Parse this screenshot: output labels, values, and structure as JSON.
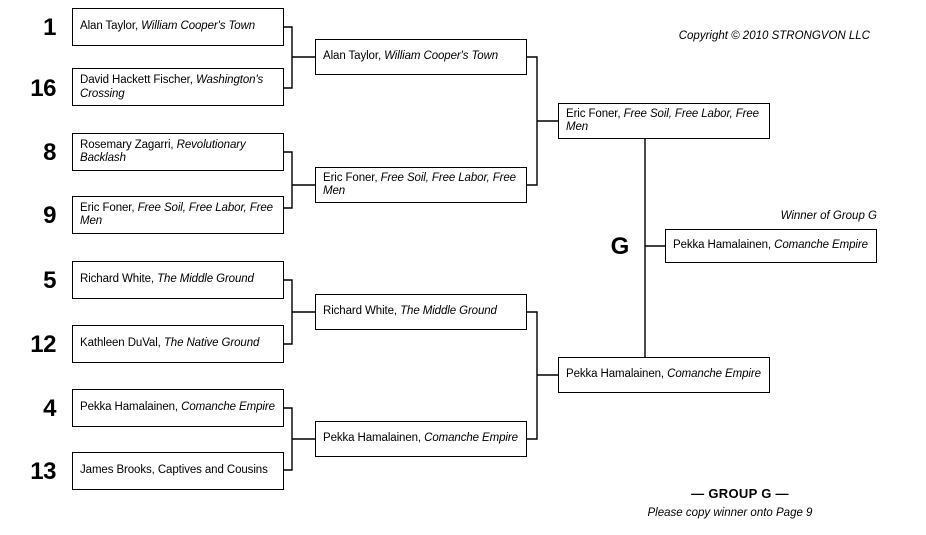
{
  "header": {
    "copyright": "Copyright © 2010 STRONGVON LLC"
  },
  "footer": {
    "group_title": "— GROUP G —",
    "note": "Please copy winner onto Page 9"
  },
  "bracket": {
    "group_letter": "G",
    "winner_label": "Winner of Group G",
    "round1": [
      {
        "seed": "1",
        "author": "Alan Taylor, ",
        "title": "William Cooper's Town"
      },
      {
        "seed": "16",
        "author": "David Hackett Fischer, ",
        "title": "Washington's Crossing"
      },
      {
        "seed": "8",
        "author": "Rosemary Zagarri, ",
        "title": "Revolutionary Backlash"
      },
      {
        "seed": "9",
        "author": "Eric Foner, ",
        "title": "Free Soil, Free Labor, Free Men"
      },
      {
        "seed": "5",
        "author": "Richard White, ",
        "title": "The Middle Ground"
      },
      {
        "seed": "12",
        "author": "Kathleen DuVal, ",
        "title": "The Native Ground"
      },
      {
        "seed": "4",
        "author": "Pekka Hamalainen, ",
        "title": "Comanche Empire"
      },
      {
        "seed": "13",
        "author": "James Brooks, Captives and Cousins",
        "title": ""
      }
    ],
    "round2": [
      {
        "author": "Alan Taylor, ",
        "title": "William Cooper's Town"
      },
      {
        "author": "Eric Foner, ",
        "title": "Free Soil, Free Labor, Free Men"
      },
      {
        "author": "Richard White, ",
        "title": "The Middle Ground"
      },
      {
        "author": "Pekka Hamalainen, ",
        "title": "Comanche Empire"
      }
    ],
    "round3": [
      {
        "author": "Eric Foner, ",
        "title": "Free Soil, Free Labor, Free Men"
      },
      {
        "author": "Pekka Hamalainen, ",
        "title": "Comanche Empire"
      }
    ],
    "final": {
      "author": "Pekka Hamalainen, ",
      "title": "Comanche Empire"
    }
  }
}
